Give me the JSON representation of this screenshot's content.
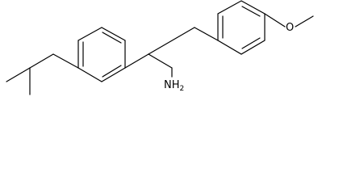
{
  "structure": {
    "labels": {
      "amine": "NH",
      "amine_subscript": "2",
      "oxygen": "O"
    },
    "bond_color": "#000000",
    "background": "#ffffff"
  }
}
